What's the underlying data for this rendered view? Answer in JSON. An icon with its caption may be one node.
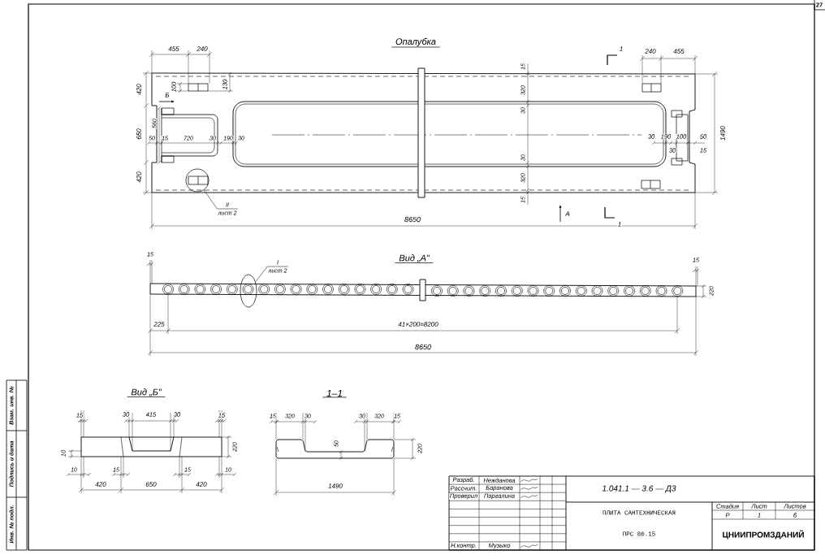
{
  "diagram": {
    "title": "Опалубка",
    "nodes": [
      {
        "text": [
          "II",
          "лист 2"
        ]
      },
      {
        "text": [],
        "shape": "circle"
      },
      {
        "text": [
          "I",
          "лист 2"
        ]
      },
      {
        "text": [],
        "shape": "ellipse"
      }
    ],
    "edges": [
      {
        "from": 0,
        "to": 1,
        "arrow": "none"
      },
      {
        "from": 2,
        "to": 3,
        "arrow": "none"
      }
    ],
    "labels": [
      "455",
      "240",
      "100",
      "130",
      "420",
      "650",
      "420",
      "Б",
      "560",
      "50",
      "15",
      "720",
      "30",
      "190",
      "30",
      "15",
      "320",
      "30",
      "30",
      "320",
      "15",
      "1",
      "240",
      "455",
      "30",
      "190",
      "100",
      "50",
      "30",
      "15",
      "1490",
      "А",
      "1",
      "8650",
      "Вид „А”",
      "15",
      "15",
      "220",
      "225",
      "41×200=8200",
      "8650",
      "Вид „Б”",
      "15",
      "30",
      "415",
      "30",
      "15",
      "10",
      "220",
      "10",
      "15",
      "15",
      "10",
      "420",
      "650",
      "420",
      "1–1",
      "15",
      "320",
      "30",
      "30",
      "320",
      "15",
      "50",
      "220",
      "1490",
      "Разраб.",
      "Нежданова",
      "Рассчит.",
      "Баранова",
      "Проверил",
      "Паргалина",
      "1.041.1 — 3.6 — Д3",
      "ПЛИТА САНТЕХНИЧЕСКАЯ",
      "Стадия",
      "Лист",
      "Листов",
      "Р",
      "1",
      "6",
      "ПРС 86.15",
      "ЦНИИПРОМЗДАНИЙ",
      "Н.контр.",
      "Музыко",
      "Взам. инв. №",
      "Подпись и дата",
      "Инв. № подл.",
      "27"
    ]
  }
}
